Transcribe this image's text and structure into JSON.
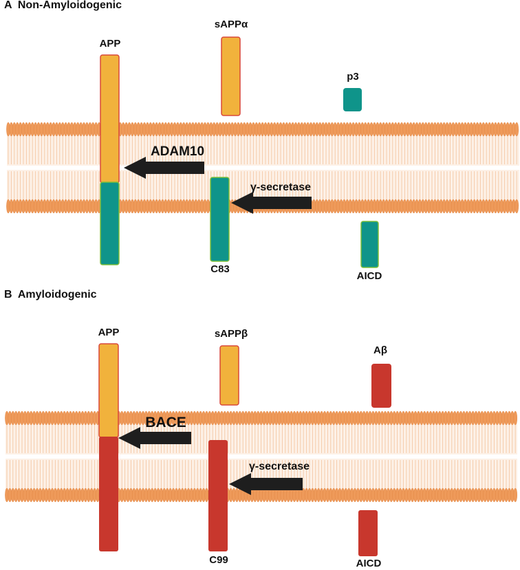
{
  "colors": {
    "membrane": "#ee9a5a",
    "membrane_dark": "#e0823e",
    "app_fragment": "#f1b23c",
    "app_border": "#d9483a",
    "teal": "#0f948a",
    "teal_border": "#7fbf3a",
    "red": "#c8372d",
    "arrow": "#1e1e1e"
  },
  "panel_a": {
    "letter": "A",
    "title": "Non-Amyloidogenic",
    "labels": {
      "app": "APP",
      "sapp": "sAPPα",
      "p3": "p3",
      "enzyme1": "ADAM10",
      "enzyme2": "γ-secretase",
      "c_fragment": "C83",
      "aicd": "AICD"
    }
  },
  "panel_b": {
    "letter": "B",
    "title": "Amyloidogenic",
    "labels": {
      "app": "APP",
      "sapp": "sAPPβ",
      "abeta": "Aβ",
      "enzyme1": "BACE",
      "enzyme2": "γ-secretase",
      "c_fragment": "C99",
      "aicd": "AICD"
    }
  }
}
